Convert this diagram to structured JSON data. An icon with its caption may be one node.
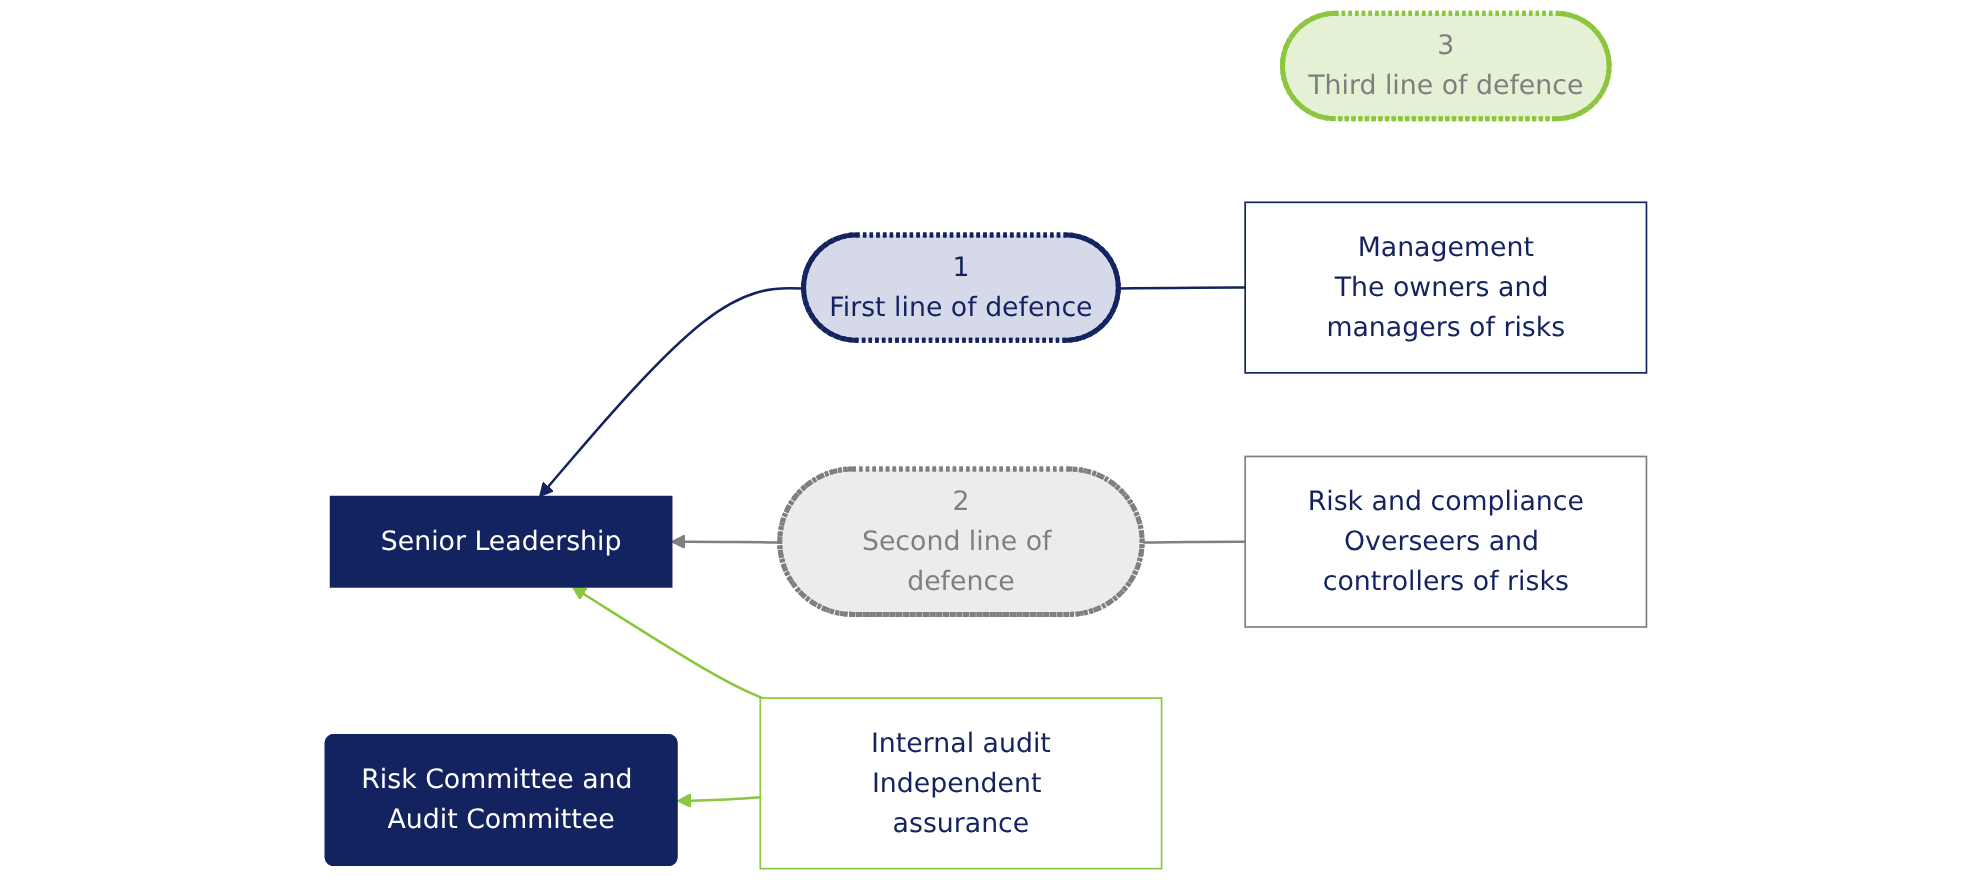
{
  "diagram": {
    "nodes": [
      {
        "text": [
          "Senior Leadership"
        ]
      },
      {
        "text": [
          "Risk Committee and Audit Committee"
        ]
      },
      {
        "text": [
          "1",
          "First line of defence"
        ]
      },
      {
        "text": [
          "2",
          "Second line of defence"
        ]
      },
      {
        "text": [
          "3",
          "Third line of defence"
        ]
      },
      {
        "text": [
          "Management",
          "The owners and managers of risks"
        ]
      },
      {
        "text": [
          "Risk and compliance",
          "Overseers and controllers of risks"
        ]
      },
      {
        "text": [
          "Internal audit",
          "Independent assurance"
        ]
      }
    ],
    "edges": [
      {
        "from": 2,
        "to": 0,
        "arrow": "to",
        "color": "#13235f"
      },
      {
        "from": 5,
        "to": 2,
        "arrow": "none",
        "color": "#13235f"
      },
      {
        "from": 3,
        "to": 0,
        "arrow": "to",
        "color": "#7f7f7f"
      },
      {
        "from": 6,
        "to": 3,
        "arrow": "none",
        "color": "#7f7f7f"
      },
      {
        "from": 7,
        "to": 0,
        "arrow": "to",
        "color": "#8cc63f"
      },
      {
        "from": 7,
        "to": 1,
        "arrow": "to",
        "color": "#8cc63f"
      }
    ]
  }
}
